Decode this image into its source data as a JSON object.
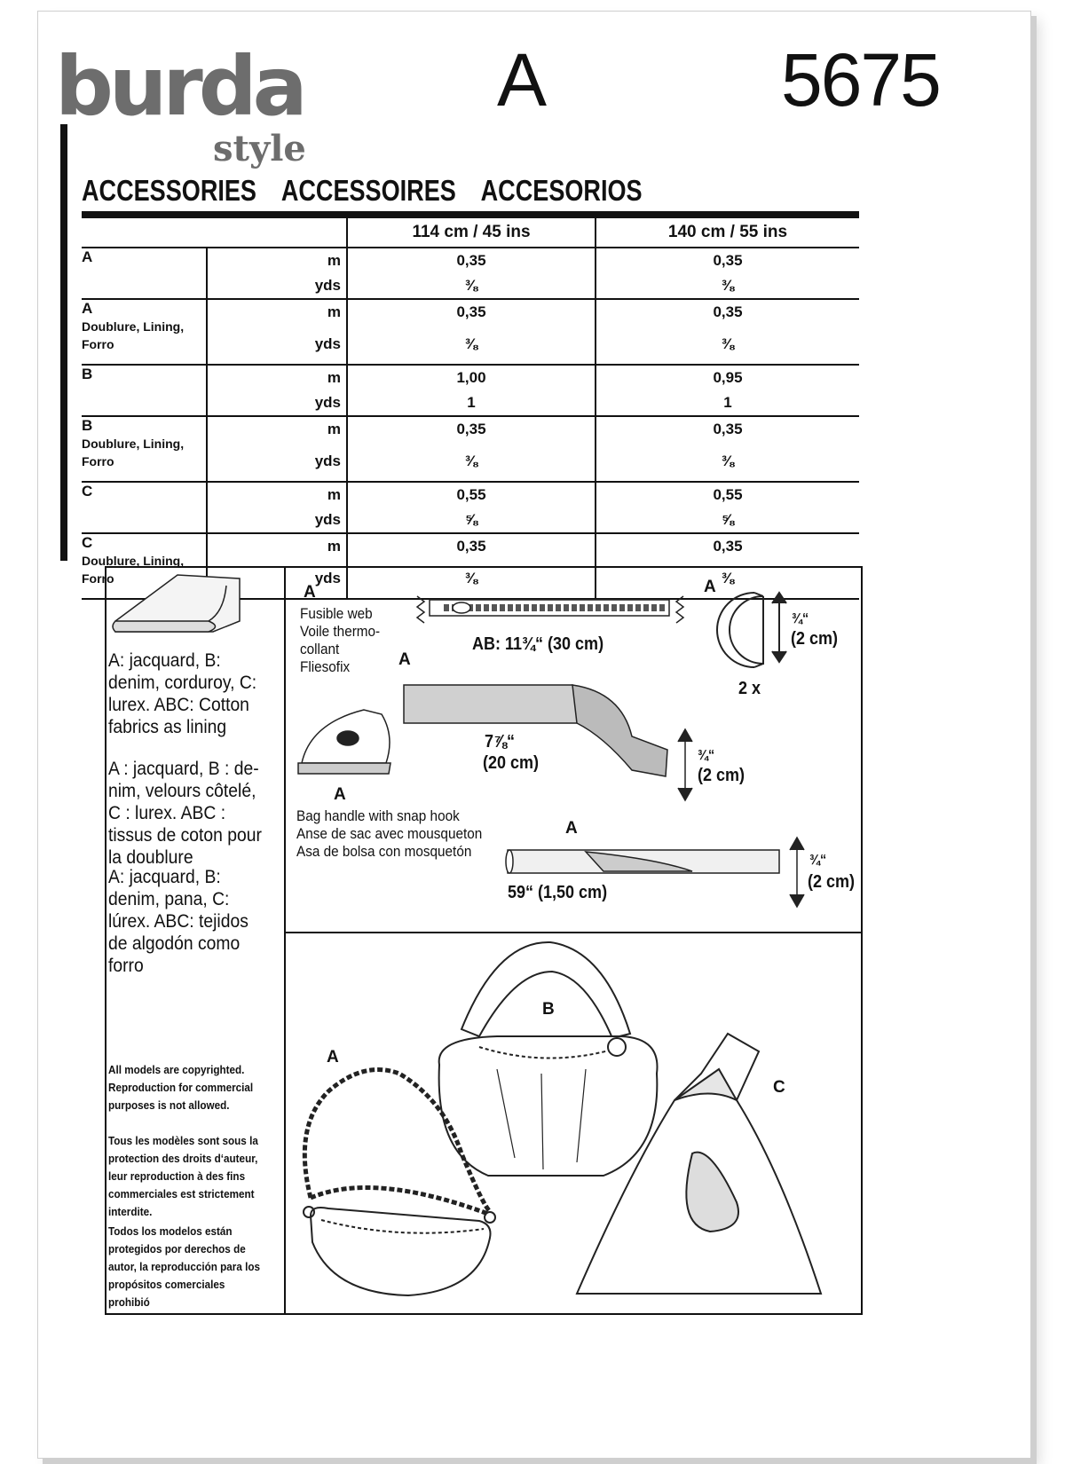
{
  "brand": {
    "name": "burda",
    "sub": "style"
  },
  "header": {
    "view": "A",
    "pattern_number": "5675"
  },
  "section_titles": [
    "ACCESSORIES",
    "ACCESSOIRES",
    "ACCESORIOS"
  ],
  "yardage": {
    "widths": [
      "114 cm / 45 ins",
      "140 cm / 55 ins"
    ],
    "units": {
      "m": "m",
      "yds": "yds"
    },
    "rows": [
      {
        "view": "A",
        "sub": "",
        "m": [
          "0,35",
          "0,35"
        ],
        "yds": [
          "⅜",
          "⅜"
        ]
      },
      {
        "view": "A",
        "sub": "Doublure, Lining, Forro",
        "m": [
          "0,35",
          "0,35"
        ],
        "yds": [
          "⅜",
          "⅜"
        ]
      },
      {
        "view": "B",
        "sub": "",
        "m": [
          "1,00",
          "0,95"
        ],
        "yds": [
          "1",
          "1"
        ]
      },
      {
        "view": "B",
        "sub": "Doublure, Lining, Forro",
        "m": [
          "0,35",
          "0,35"
        ],
        "yds": [
          "⅜",
          "⅜"
        ]
      },
      {
        "view": "C",
        "sub": "",
        "m": [
          "0,55",
          "0,55"
        ],
        "yds": [
          "⅝",
          "⅝"
        ]
      },
      {
        "view": "C",
        "sub": "Doublure, Lining, Forro",
        "m": [
          "0,35",
          "0,35"
        ],
        "yds": [
          "⅜",
          "⅜"
        ]
      }
    ]
  },
  "fabrics": {
    "en": "A: jacquard, B: denim, corduroy, C: lurex. ABC: Cotton fabrics as lining",
    "fr": "A : jacquard, B : de­nim, velours côtelé, C : lurex. ABC : tissus de coton pour la doublure",
    "es": "A: jacquard, B: denim, pana, C: lúrex. ABC: tejidos de algodón como forro"
  },
  "copyright": {
    "en": "All models are copyrighted. Reproduction for commercial purposes is not allowed.",
    "fr": "Tous les modèles sont sous la protection des droits d‘auteur, leur reproduction à des fins com­merciales est strictement interdite.",
    "es": "Todos los modelos están protegi­dos por derechos de autor, la reproducción para los propósitos comerciales prohibió"
  },
  "notions": {
    "fusible_view": "A",
    "fusible_lines": [
      "Fusible web",
      "Voile thermo-",
      "collant",
      "Fliesofix"
    ],
    "zipper": "AB: 11¾“ (30 cm)",
    "ring_view": "A",
    "ring_size": "¾“",
    "ring_size_cm": "(2 cm)",
    "ring_qty": "2 x",
    "tape_view": "A",
    "tape_length": "7⅞“",
    "tape_length_cm": "(20 cm)",
    "tape_width": "¾“",
    "tape_width_cm": "(2 cm)",
    "iron_view": "A",
    "handle_lines": [
      "Bag handle with snap hook",
      "Anse de sac avec mousqueton",
      "Asa de bolsa con mosquetón"
    ],
    "handle_view": "A",
    "handle_length": "59“ (1,50 cm)",
    "handle_width": "¾“",
    "handle_width_cm": "(2 cm)"
  },
  "views": [
    "A",
    "B",
    "C"
  ]
}
